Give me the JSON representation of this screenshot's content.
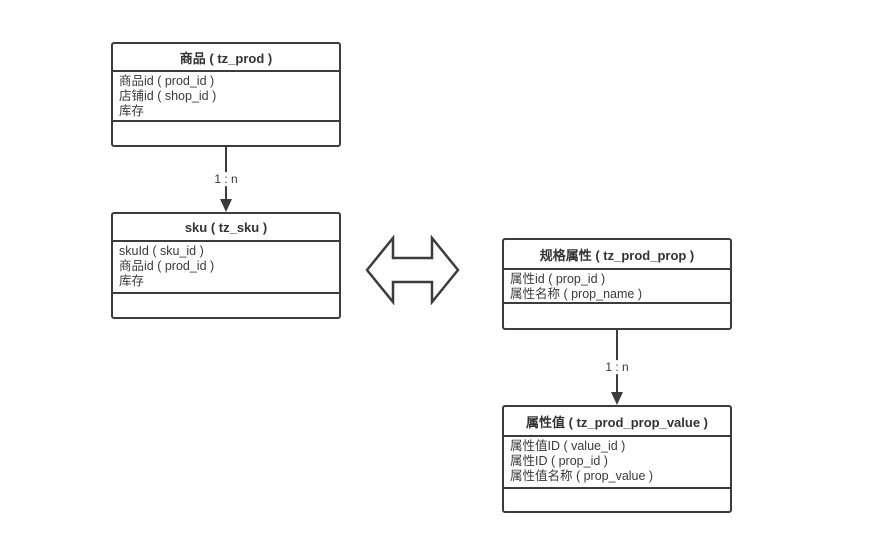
{
  "diagram": {
    "background_color": "#ffffff",
    "stroke_color": "#3c3c3c",
    "text_color": "#3a3a3a",
    "entities": [
      {
        "id": "prod",
        "title": "商品 ( tz_prod )",
        "rows": [
          "商品id ( prod_id )",
          "店铺id ( shop_id )",
          "库存"
        ]
      },
      {
        "id": "sku",
        "title": "sku ( tz_sku )",
        "rows": [
          "skuId ( sku_id )",
          "商品id ( prod_id )",
          "库存"
        ]
      },
      {
        "id": "prod_prop",
        "title": "规格属性 ( tz_prod_prop )",
        "rows": [
          "属性id ( prop_id )",
          "属性名称 ( prop_name )"
        ]
      },
      {
        "id": "prod_prop_value",
        "title": "属性值 ( tz_prod_prop_value )",
        "rows": [
          "属性值ID ( value_id )",
          "属性ID ( prop_id )",
          "属性值名称 ( prop_value )"
        ]
      }
    ],
    "connectors": [
      {
        "from": "prod",
        "to": "sku",
        "label": "1 : n"
      },
      {
        "from": "prod_prop",
        "to": "prod_prop_value",
        "label": "1 : n"
      }
    ],
    "relation_icon": "bidirectional-arrow"
  }
}
